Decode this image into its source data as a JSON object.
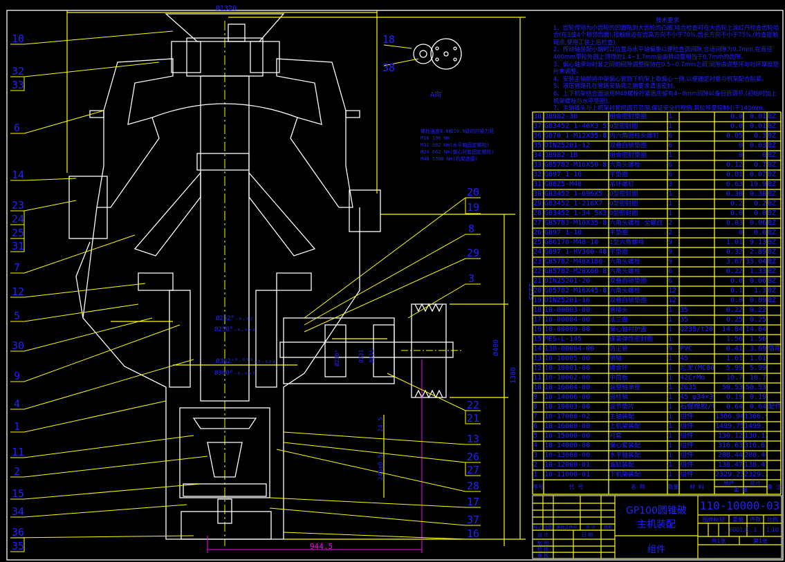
{
  "colors": {
    "background": "#000000",
    "outline": "#ffffff",
    "leader": "#ffff00",
    "text": "#2222ff",
    "dimension": "#ff00ff"
  },
  "notes": {
    "title": "技术要求",
    "items": [
      "1、齿轮传动为小齿轮的凹面贴到大齿轮的凸面,啮合检查时在大齿轮上涂红丹检查齿轮啮合(在3或4个相邻齿面),接触痕迹在齿高方向不小于70%,齿长方向不小于75%,(检查接触斑点,使用工装上后检查)",
      "2、传动轴装配小端时口位置与水平轴偏重以便检查调间隙,合适间隙为0.7mm,在直径400mm带轮外圆上测得的1.4~1.7mm自由转动量相当于0.7mm的齿隙。",
      "3、偏心轴承与衬套之间的间隙调整保持在0.5~0.7mm之间,间隙由调整环与衬环厚度垫片来调整。",
      "4、安装主轴前将中架偏心套到下机架上靠偏心一侧,以便确定衬套与机架配合贴紧。",
      "5、液压管路孔在管路安装完之后要求清洁密封。",
      "6、上下机架结合面涂用M48螺栓拧紧后应留有4~8mm间隙以备日后调节,(初始时加上机架螺栓与水平垫圈)。",
      "7、主轴锥头与上机架衬套间调节范围,保证安全行程后,其位移量控制小于140mm。"
    ]
  },
  "torque_note": {
    "title": "螺栓强度8.8和10.9级的拧紧力矩",
    "lines": [
      "M16  196  Nm",
      "M31  382  Nm(水平轴固定螺栓)",
      "M24  662  Nm(偏心衬套固定螺栓)",
      "M48  5590  Nm(机架连接)"
    ]
  },
  "view_label": "A向",
  "dimensions": {
    "top_width": "Ø1320",
    "height_total": "2253",
    "pulley_dia": "Ø400",
    "pulley_height": "1380",
    "bottom_width": "944.5",
    "dim_a": "24.5",
    "dim_b": "245±0.5",
    "d1": "Ø252⁰₋₀.₀₂",
    "d2": "Ø250⁰₋₀.₀₂₉",
    "d3": "Ø362⁺⁰·⁰⁵⁹₊₀.₀₀₄",
    "d4": "Ø360⁰₋₀.₀₅₇",
    "d5": "Ø231",
    "d6": "Ø231",
    "d7": "Ø230⁰"
  },
  "balloons_left": [
    "10",
    "32",
    "33",
    "6",
    "14",
    "23",
    "24",
    "25",
    "31",
    "7",
    "12",
    "5",
    "30",
    "9",
    "4",
    "1",
    "11",
    "2",
    "15",
    "34",
    "36",
    "35"
  ],
  "balloons_right": [
    "20",
    "19",
    "8",
    "29",
    "3",
    "22",
    "21",
    "13",
    "26",
    "27",
    "28",
    "17",
    "37",
    "16"
  ],
  "balloons_view": [
    "18",
    "38"
  ],
  "parts_list": {
    "headers": [
      "序号",
      "代 号",
      "名 称",
      "数量",
      "材 料",
      "单件",
      "总计",
      "备 注"
    ],
    "weight_header": "重 量",
    "rows": [
      [
        "38",
        "JB982-30",
        "组合密封垫圈",
        "1",
        "",
        "0.0",
        "0.01",
        "BZ"
      ],
      [
        "37",
        "GB3452_1-40X3_55",
        "O型密封圈",
        "1",
        "",
        "0.0",
        "0.01",
        "BZ"
      ],
      [
        "36",
        "GB70_1-M12X35-8_8",
        "内六角圆柱头螺钉",
        "6",
        "",
        "0.05",
        "0.3",
        "BZ"
      ],
      [
        "35",
        "DIN25201-12",
        "双叠自锁垫圈",
        "6",
        "",
        "0",
        "0.03",
        "BZ"
      ],
      [
        "34",
        "JB982-18",
        "组合密封垫圈",
        "1",
        "",
        "0",
        "0",
        "BZ"
      ],
      [
        "33",
        "GB5782-M16X50-8_8",
        "六角头螺栓",
        "6",
        "",
        "0.12",
        "0.7",
        "BZ"
      ],
      [
        "32",
        "GB97_1-16",
        "平垫圈",
        "6",
        "",
        "0.01",
        "0.07",
        "BZ"
      ],
      [
        "31",
        "GB825-M48",
        "吊环螺钉",
        "3",
        "",
        "6.63",
        "19.9",
        "BZ"
      ],
      [
        "30",
        "GB3452_1-696X5_3",
        "O型密封圈",
        "1",
        "",
        "0.38",
        "0.38",
        "BZ"
      ],
      [
        "29",
        "GB3452_1-218X7",
        "O型密封圈",
        "1",
        "",
        "0.2",
        "0.2",
        "BZ"
      ],
      [
        "28",
        "GB3452_1-34_5X3_55",
        "O型密封圈",
        "1",
        "",
        "0.0",
        "0.0",
        "BZ"
      ],
      [
        "27",
        "GB5783-M10X35-8_8",
        "六角头螺栓 全螺纹",
        "2",
        "",
        "0.03",
        "0.06",
        "BZ"
      ],
      [
        "26",
        "GB97_1-10",
        "平垫圈",
        "2",
        "",
        "0",
        "0.0",
        "BZ"
      ],
      [
        "25",
        "GB6170-M48-10",
        "1型六角螺母",
        "9",
        "",
        "1.01",
        "9.13",
        "BZ"
      ],
      [
        "24",
        "GB97_1-HV300-48",
        "平垫圈",
        "9",
        "",
        "0.32",
        "2.89",
        "BZ"
      ],
      [
        "23",
        "GB5782-M48X180-10_9",
        "六角头螺栓",
        "9",
        "",
        "3.67",
        "33.04",
        "BZ"
      ],
      [
        "22",
        "GB5782-M20X60-8_8",
        "六角头螺栓",
        "6",
        "",
        "0.22",
        "1.33",
        "BZ"
      ],
      [
        "21",
        "DIN25201-20",
        "双叠自锁垫圈",
        "6",
        "",
        "0.0",
        "0.06",
        "BZ"
      ],
      [
        "20",
        "GB5782-M16X45-8_8",
        "六角头螺栓",
        "12",
        "",
        "0.1",
        "1.3",
        "BZ"
      ],
      [
        "19",
        "DIN25201-16",
        "双叠自锁垫圈",
        "12",
        "",
        "0.0",
        "0.09",
        "BZ"
      ],
      [
        "18",
        "10-00003-00",
        "管接头",
        "1",
        "35",
        "0.22",
        "0.22",
        ""
      ],
      [
        "17",
        "10-00004-00",
        "法兰盘",
        "1",
        "35",
        "0.25",
        "0.25",
        ""
      ],
      [
        "16",
        "10-00009-00",
        "偏心轴衬护盖",
        "1",
        "Q235/t20",
        "14.84",
        "14.84",
        ""
      ],
      [
        "15",
        "MES-L-145",
        "碟簧弹性密封圈",
        "1",
        "",
        "1.56",
        "1.56",
        ""
      ],
      [
        "14",
        "130-00004-00",
        "防尘管",
        "9",
        "PVC",
        "0.41",
        "3.69",
        "借用"
      ],
      [
        "13",
        "10-10005-00",
        "销轴",
        "1",
        "45",
        "1.61",
        "1.61",
        ""
      ],
      [
        "12",
        "10-10001-00",
        "键合环",
        "1",
        "尼龙(MC801)",
        "5.99",
        "5.99",
        ""
      ],
      [
        "11",
        "10-10002-00",
        "中筒板",
        "1",
        "42CrMo",
        "10.7",
        "10.7",
        ""
      ],
      [
        "10",
        "10-16004-00",
        "调整轴承座",
        "1",
        "ZG35",
        "50.53",
        "50.53",
        ""
      ],
      [
        "9",
        "10-14006-00",
        "圆柱销",
        "1",
        "45 φ34×30",
        "0.19",
        "0.19",
        ""
      ],
      [
        "8",
        "10-10003-00",
        "调节垫片",
        "1",
        "石棉橡胶/t2",
        "0.64",
        "0.64",
        "配作"
      ],
      [
        "7",
        "10-17000-02",
        "主轴装配",
        "1",
        "组件",
        "1366.94",
        "1366.94",
        ""
      ],
      [
        "6",
        "10-16000-00",
        "上机架装配",
        "1",
        "组件",
        "1499.75",
        "1499.75",
        ""
      ],
      [
        "5",
        "10-15000-00",
        "衬套",
        "1",
        "组件",
        "130.12",
        "130.12",
        ""
      ],
      [
        "4",
        "10-14000-00",
        "偏心套装配",
        "1",
        "组件",
        "316.63",
        "316.63",
        ""
      ],
      [
        "3",
        "10-13000-00",
        "水平轴装配",
        "1",
        "组件",
        "208.44",
        "208.44",
        ""
      ],
      [
        "2",
        "10-12000-01",
        "油缸装配",
        "1",
        "组件",
        "138.47",
        "138.47",
        ""
      ],
      [
        "1",
        "10-11000-01",
        "下机架装配",
        "1",
        "组件",
        "2329.23",
        "2329.23",
        ""
      ]
    ]
  },
  "title_block": {
    "name_line1": "GP100圆锥破",
    "name_line2": "主机装配",
    "drawing_no": "110-10000-03",
    "category": "组件",
    "stage_label": "图样标记",
    "weight_label": "重量",
    "qty_label": "件数",
    "scale_label": "比例",
    "weight": "6001.8",
    "qty": "1",
    "scale": "1:10",
    "sheets_total": "共1张",
    "sheet_no": "第1张",
    "rev_headers": [
      "标记",
      "处数",
      "更改文件号",
      "签 字",
      "日期"
    ],
    "roles": [
      "设 计",
      "制 图",
      "校 核",
      "审 核"
    ],
    "role_extra": "日 期"
  }
}
